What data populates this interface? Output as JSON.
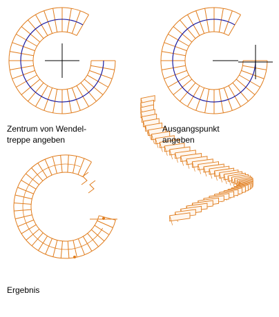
{
  "captions": {
    "step1_line1": "Zentrum von Wendel-",
    "step1_line2": "treppe angeben",
    "step2_line1": "Ausgangspunkt",
    "step2_line2": "angeben",
    "result": "Ergebnis"
  },
  "colors": {
    "stair": "#e07b1a",
    "path": "#1a1aa0",
    "crosshair": "#000000",
    "background": "#ffffff"
  }
}
